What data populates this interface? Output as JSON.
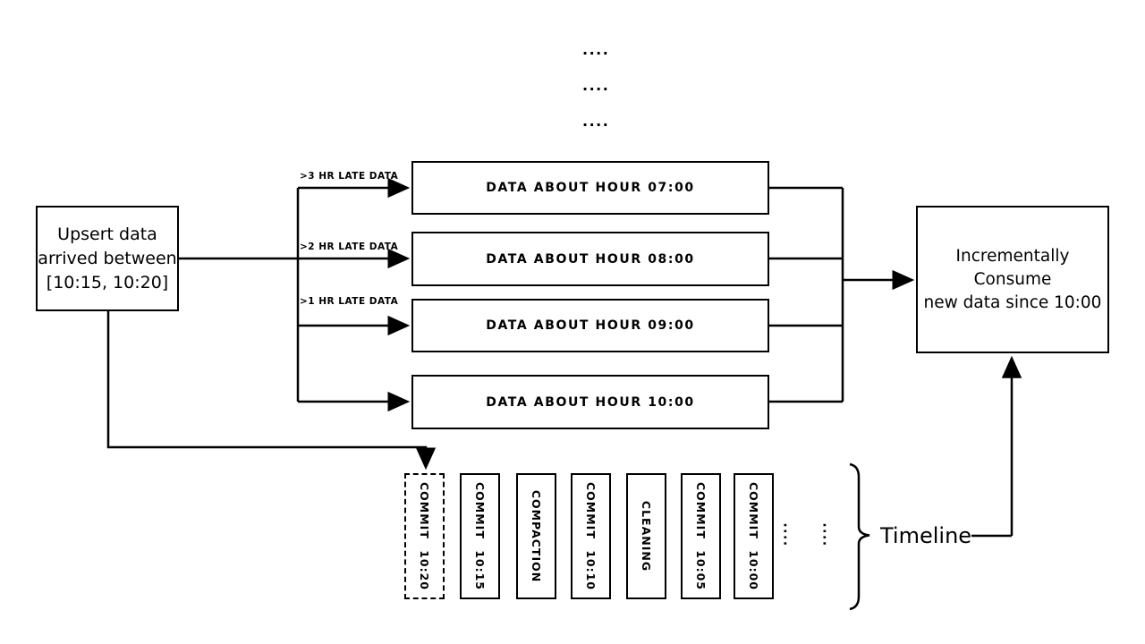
{
  "diagram": {
    "colors": {
      "ink": "#000000",
      "background": "#ffffff"
    },
    "top_ellipsis": {
      "row1": "....",
      "row2": "....",
      "row3": "...."
    },
    "upsert_box": {
      "line1": "Upsert data",
      "line2": "arrived between",
      "line3": "[10:15, 10:20]"
    },
    "late_arrow_labels": {
      "three_hr": ">3 HR LATE DATA",
      "two_hr": ">2 HR LATE DATA",
      "one_hr": ">1 HR LATE DATA"
    },
    "hour_boxes": [
      "DATA ABOUT HOUR 07:00",
      "DATA ABOUT HOUR 08:00",
      "DATA ABOUT HOUR 09:00",
      "DATA ABOUT HOUR 10:00"
    ],
    "consume_box": {
      "line1": "Incrementally Consume",
      "line2": "new data since 10:00"
    },
    "timeline": {
      "label": "Timeline",
      "ellipsis": {
        "col1": "....",
        "col2": "...."
      },
      "entries": [
        {
          "label": "COMMIT 10:20",
          "style": "dashed"
        },
        {
          "label": "COMMIT 10:15",
          "style": "solid"
        },
        {
          "label": "COMPACTION",
          "style": "solid"
        },
        {
          "label": "COMMIT 10:10",
          "style": "solid"
        },
        {
          "label": "CLEANING",
          "style": "solid"
        },
        {
          "label": "COMMIT 10:05",
          "style": "solid"
        },
        {
          "label": "COMMIT 10:00",
          "style": "solid"
        }
      ]
    }
  }
}
